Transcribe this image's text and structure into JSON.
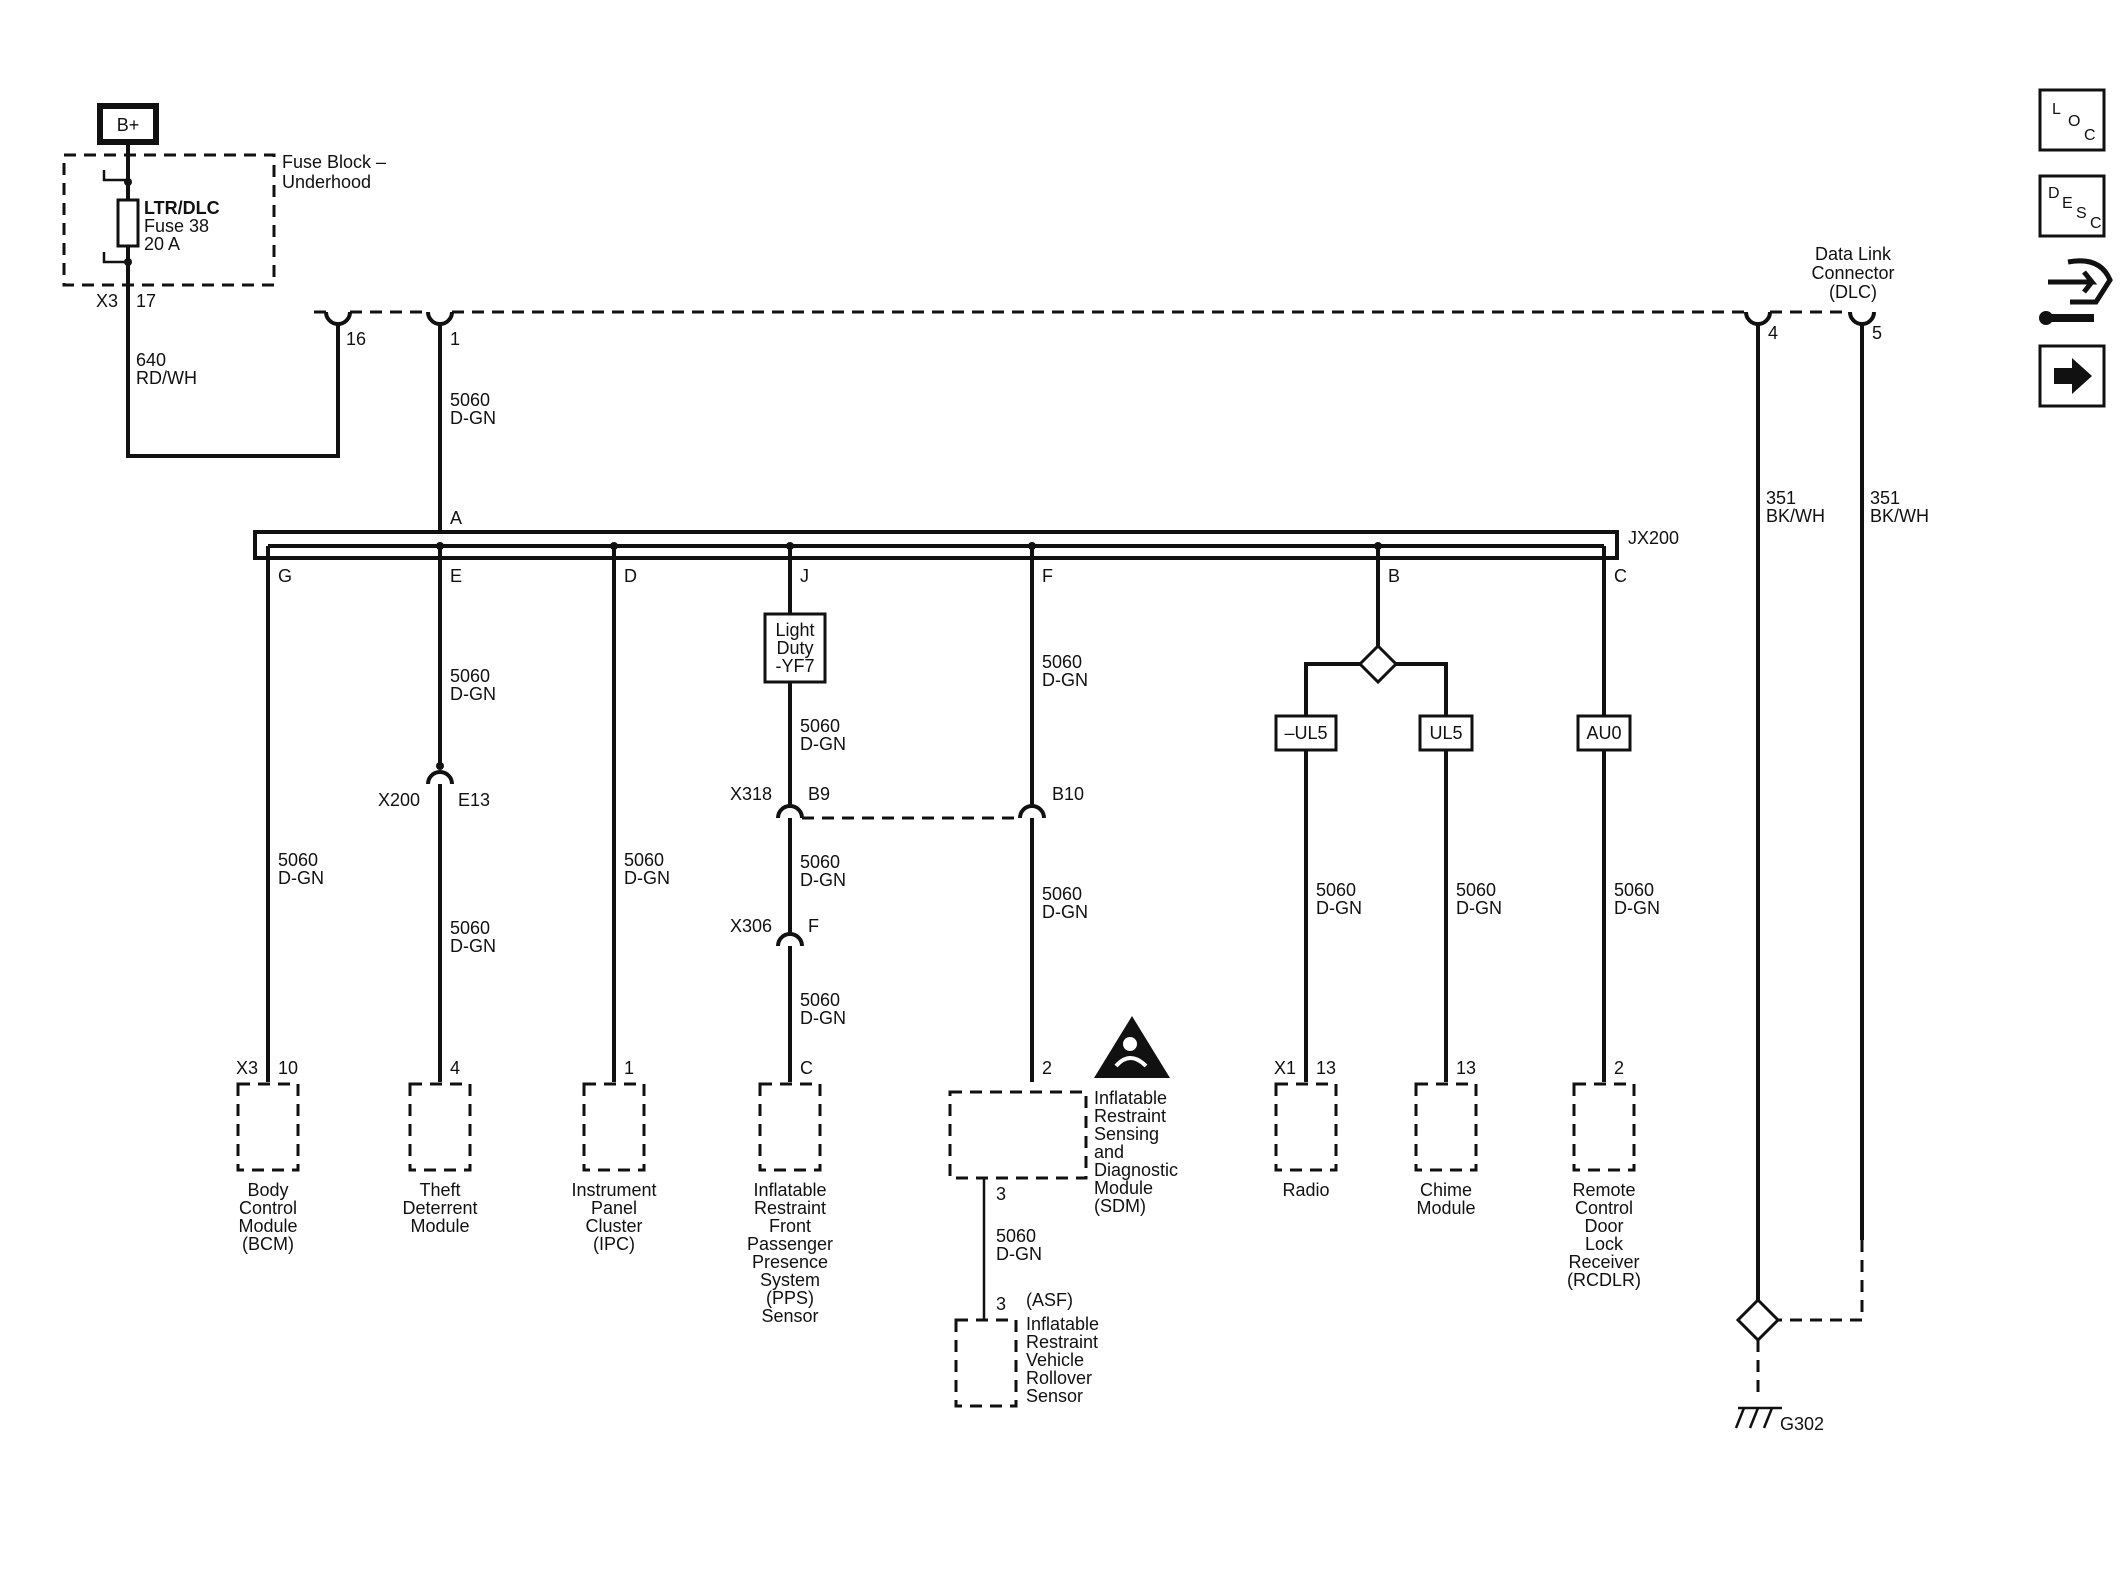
{
  "power": {
    "source": "B+"
  },
  "fuse_block": {
    "title_line1": "Fuse Block –",
    "title_line2": "Underhood",
    "fuse_line1": "LTR/DLC",
    "fuse_line2": "Fuse 38",
    "fuse_line3": "20 A",
    "connector": "X3",
    "pin": "17"
  },
  "feed_wire": {
    "circuit": "640",
    "color": "RD/WH"
  },
  "dlc": {
    "title_line1": "Data Link",
    "title_line2": "Connector",
    "title_line3": "(DLC)",
    "pin16": "16",
    "pin1": "1",
    "pin4": "4",
    "pin5": "5"
  },
  "ground_wires": {
    "w4_circuit": "351",
    "w4_color": "BK/WH",
    "w5_circuit": "351",
    "w5_color": "BK/WH",
    "ground": "G302"
  },
  "splice": {
    "name": "JX200",
    "pin_in": "A"
  },
  "wire": {
    "circuit": "5060",
    "color": "D-GN"
  },
  "branches": {
    "g": {
      "pin": "G",
      "conn": "X3",
      "mpin": "10",
      "l1": "Body",
      "l2": "Control",
      "l3": "Module",
      "l4": "(BCM)"
    },
    "e": {
      "pin": "E",
      "inline": "X200",
      "inline_pin": "E13",
      "mpin": "4",
      "l1": "Theft",
      "l2": "Deterrent",
      "l3": "Module"
    },
    "d": {
      "pin": "D",
      "mpin": "1",
      "l1": "Instrument",
      "l2": "Panel",
      "l3": "Cluster",
      "l4": "(IPC)"
    },
    "j": {
      "pin": "J",
      "option_l1": "Light",
      "option_l2": "Duty",
      "option_l3": "-YF7",
      "x318": "X318",
      "x318_pin": "B9",
      "x306": "X306",
      "x306_pin": "F",
      "mpin": "C",
      "l1": "Inflatable",
      "l2": "Restraint",
      "l3": "Front",
      "l4": "Passenger",
      "l5": "Presence",
      "l6": "System",
      "l7": "(PPS)",
      "l8": "Sensor"
    },
    "f": {
      "pin": "F",
      "x318_pin": "B10",
      "mpin": "2",
      "out_pin": "3",
      "l1": "Inflatable",
      "l2": "Restraint",
      "l3": "Sensing",
      "l4": "and",
      "l5": "Diagnostic",
      "l6": "Module",
      "l7": "(SDM)",
      "asf_pin": "3",
      "asf_tag": "(ASF)",
      "s1": "Inflatable",
      "s2": "Restraint",
      "s3": "Vehicle",
      "s4": "Rollover",
      "s5": "Sensor"
    },
    "b": {
      "pin": "B",
      "opt_left": "–UL5",
      "opt_right": "UL5",
      "radio_conn": "X1",
      "radio_pin": "13",
      "radio_label": "Radio",
      "chime_pin": "13",
      "chime_l1": "Chime",
      "chime_l2": "Module"
    },
    "c": {
      "pin": "C",
      "option": "AU0",
      "mpin": "2",
      "l1": "Remote",
      "l2": "Control",
      "l3": "Door",
      "l4": "Lock",
      "l5": "Receiver",
      "l6": "(RCDLR)"
    }
  },
  "nav": {
    "loc": {
      "l": "L",
      "o": "O",
      "c": "C"
    },
    "desc": {
      "d": "D",
      "e": "E",
      "s": "S",
      "c": "C"
    }
  }
}
